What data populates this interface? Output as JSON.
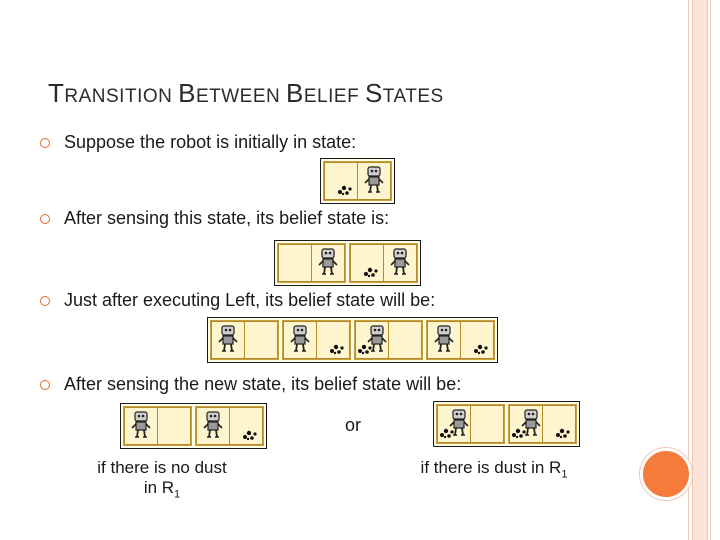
{
  "slide": {
    "title": [
      "T",
      "RANSITION ",
      "B",
      "ETWEEN ",
      "B",
      "ELIEF ",
      "S",
      "TATES"
    ],
    "bullets": [
      "Suppose the robot is initially in state:",
      "After sensing this state, its belief state is:",
      "Just after executing Left, its belief state will be:",
      "After sensing the new state, its belief state will be:"
    ],
    "or_label": "or",
    "caption_left": {
      "line1": "if there is no dust",
      "line2": "in R",
      "sub": "1"
    },
    "caption_right": {
      "text": "if there is dust in R",
      "sub": "1"
    },
    "colors": {
      "bullet": "#e36c2a",
      "accent_circle": "#f47b3a",
      "cell_fill": "#fff6d0"
    },
    "icons": [
      "robot-icon",
      "dust-icon",
      "bullet-circle-icon"
    ]
  },
  "diagrams": {
    "initial": [
      [
        {
          "dust": true,
          "robot": false
        },
        {
          "dust": false,
          "robot": true
        }
      ]
    ],
    "after_sensing": [
      [
        {
          "dust": false,
          "robot": false
        },
        {
          "dust": false,
          "robot": true
        }
      ],
      [
        {
          "dust": true,
          "robot": false
        },
        {
          "dust": false,
          "robot": true
        }
      ]
    ],
    "after_left": [
      [
        {
          "dust": false,
          "robot": true
        },
        {
          "dust": false,
          "robot": false
        }
      ],
      [
        {
          "dust": false,
          "robot": true
        },
        {
          "dust": true,
          "robot": false
        }
      ],
      [
        {
          "dust": true,
          "robot": true
        },
        {
          "dust": false,
          "robot": false
        }
      ],
      [
        {
          "dust": false,
          "robot": true
        },
        {
          "dust": true,
          "robot": false
        }
      ]
    ],
    "no_dust_case": [
      [
        {
          "dust": false,
          "robot": true
        },
        {
          "dust": false,
          "robot": false
        }
      ],
      [
        {
          "dust": false,
          "robot": true
        },
        {
          "dust": true,
          "robot": false
        }
      ]
    ],
    "dust_case": [
      [
        {
          "dust": true,
          "robot": true
        },
        {
          "dust": false,
          "robot": false
        }
      ],
      [
        {
          "dust": true,
          "robot": true
        },
        {
          "dust": true,
          "robot": false
        }
      ]
    ]
  }
}
